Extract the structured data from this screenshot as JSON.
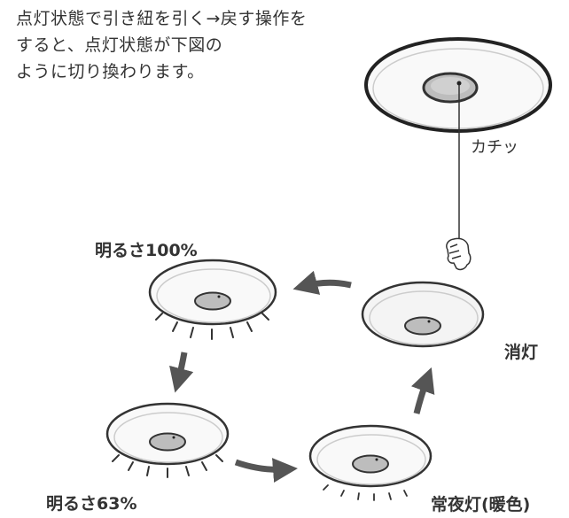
{
  "intro": {
    "line1": "点灯状態で引き紐を引く→戻す操作を",
    "line2": "すると、点灯状態が下図の",
    "line3": "ように切り換わります。"
  },
  "labels": {
    "click_sound": "カチッ",
    "brightness_100": "明るさ100%",
    "brightness_63": "明るさ63%",
    "night_light": "常夜灯(暖色)",
    "off": "消灯"
  },
  "cycle": [
    "明るさ100%",
    "明るさ63%",
    "常夜灯(暖色)",
    "消灯"
  ],
  "colors": {
    "line": "#333333",
    "arrow": "#555555",
    "disc": "#f7f7f7",
    "center": "#bdbdbd"
  },
  "icons": [
    "hand-pulling-cord-icon",
    "cycle-arrow-icon",
    "light-rays-icon"
  ]
}
